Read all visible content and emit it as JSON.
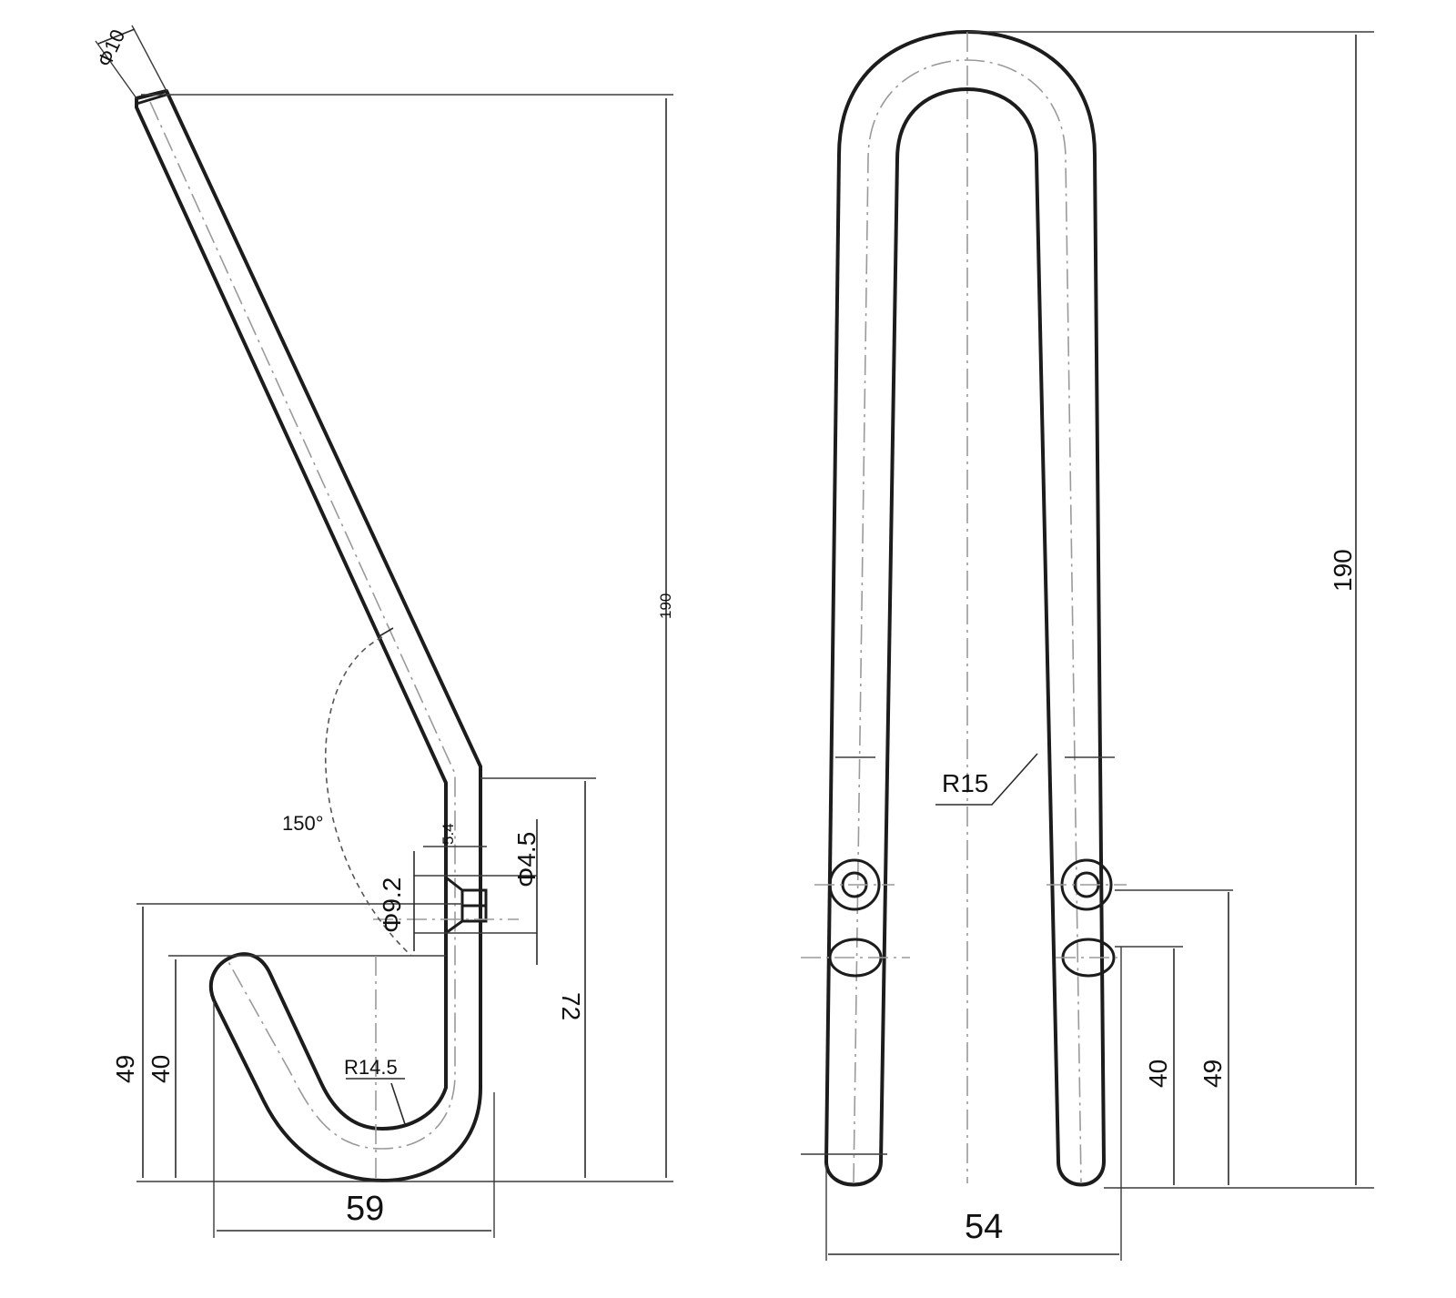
{
  "side_view": {
    "diameter_label": "Φ10",
    "overall_height_label": "190",
    "angle_label": "150°",
    "lower_height_label": "72",
    "hole_offset_label": "5.4",
    "hole_dia_label": "Φ4.5",
    "countersink_label": "Φ9.2",
    "bend_radius_label": "R14.5",
    "width_label": "59",
    "height_49_label": "49",
    "height_40_label": "40"
  },
  "front_view": {
    "radius_label": "R15",
    "overall_height_label": "190",
    "width_label": "54",
    "height_40_label": "40",
    "height_49_label": "49"
  }
}
